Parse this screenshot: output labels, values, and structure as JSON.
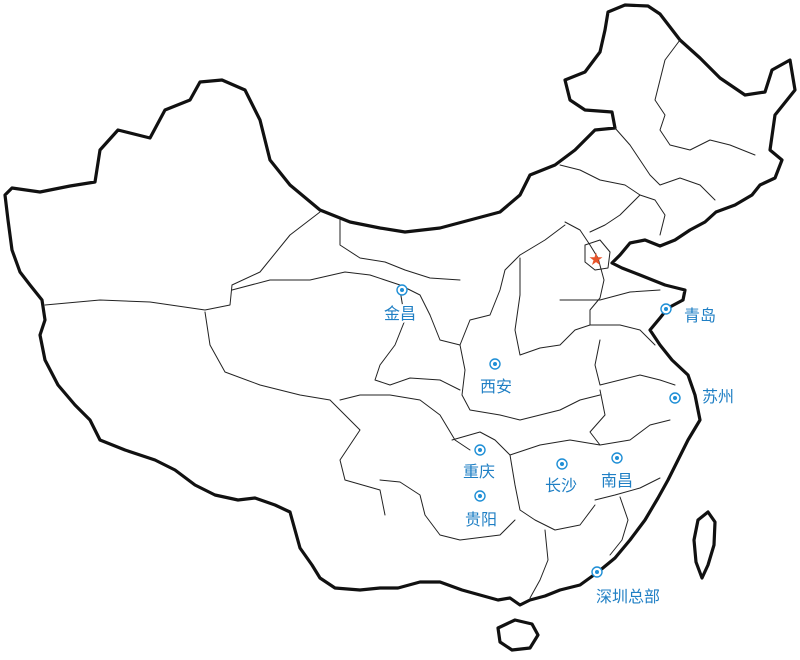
{
  "map": {
    "accent_color": "#1f8fd6",
    "capital_star_color": "#e8542a",
    "capital_icon": "star-icon",
    "cities": [
      {
        "id": "jinchang",
        "label": "金昌"
      },
      {
        "id": "xian",
        "label": "西安"
      },
      {
        "id": "qingdao",
        "label": "青岛"
      },
      {
        "id": "suzhou",
        "label": "苏州"
      },
      {
        "id": "chongqing",
        "label": "重庆"
      },
      {
        "id": "changsha",
        "label": "长沙"
      },
      {
        "id": "nanchang",
        "label": "南昌"
      },
      {
        "id": "guiyang",
        "label": "贵阳"
      },
      {
        "id": "shenzhen",
        "label": "深圳总部"
      }
    ]
  }
}
